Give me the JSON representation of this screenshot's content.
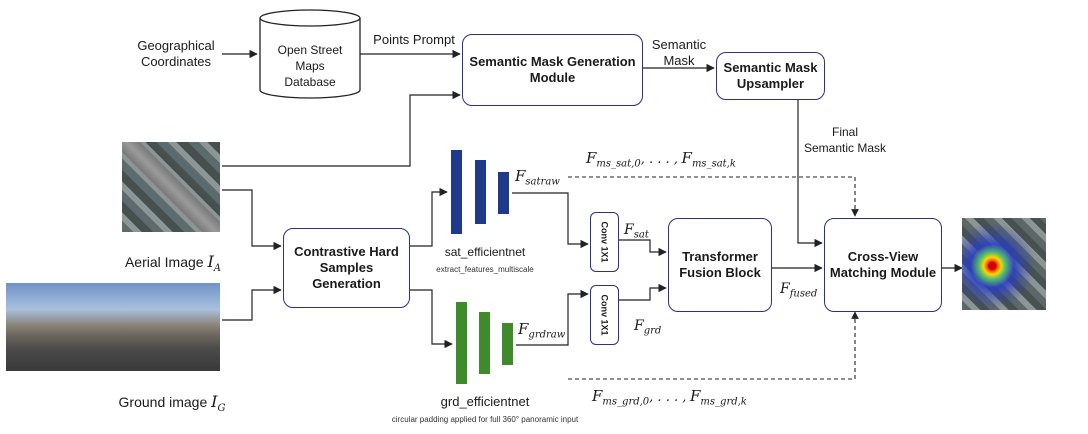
{
  "inputs": {
    "geo_coordinates": "Geographical\nCoordinates",
    "aerial_label": "Aerial Image",
    "aerial_symbol": "I",
    "aerial_sub": "A",
    "ground_label": "Ground image",
    "ground_symbol": "I",
    "ground_sub": "G"
  },
  "database": {
    "label": "Open Street Maps\nDatabase"
  },
  "edges": {
    "points_prompt": "Points Prompt",
    "semantic_mask": "Semantic\nMask",
    "final_semantic_mask": "Final\nSemantic Mask"
  },
  "modules": {
    "semantic_mask_generation": "Semantic Mask Generation\nModule",
    "semantic_mask_upsampler": "Semantic Mask\nUpsampler",
    "contrastive_hard_samples": "Contrastive Hard\nSamples Generation",
    "transformer_fusion": "Transformer\nFusion Block",
    "cross_view_matching": "Cross-View\nMatching Module",
    "conv_sat": "Conv 1X1",
    "conv_grd": "Conv 1X1"
  },
  "encoders": {
    "sat_name": "sat_efficientnet",
    "sat_note": "extract_features_multiscale",
    "grd_name": "grd_efficientnet",
    "grd_note": "circular padding applied for full 360° panoramic input"
  },
  "features": {
    "F": "F",
    "satraw": "satraw",
    "grdraw": "grdraw",
    "sat": "sat",
    "grd": "grd",
    "fused": "fused",
    "ms_sat_0": "ms_sat,0",
    "ms_sat_k": "ms_sat,k",
    "ms_grd_0": "ms_grd,0",
    "ms_grd_k": "ms_grd,k",
    "ellipsis": ", . . . ,"
  },
  "colors": {
    "box_border": "#2b2f8f",
    "sat_encoder": "#1f3a8a",
    "grd_encoder": "#3f8a2a",
    "arrow": "#222222"
  }
}
